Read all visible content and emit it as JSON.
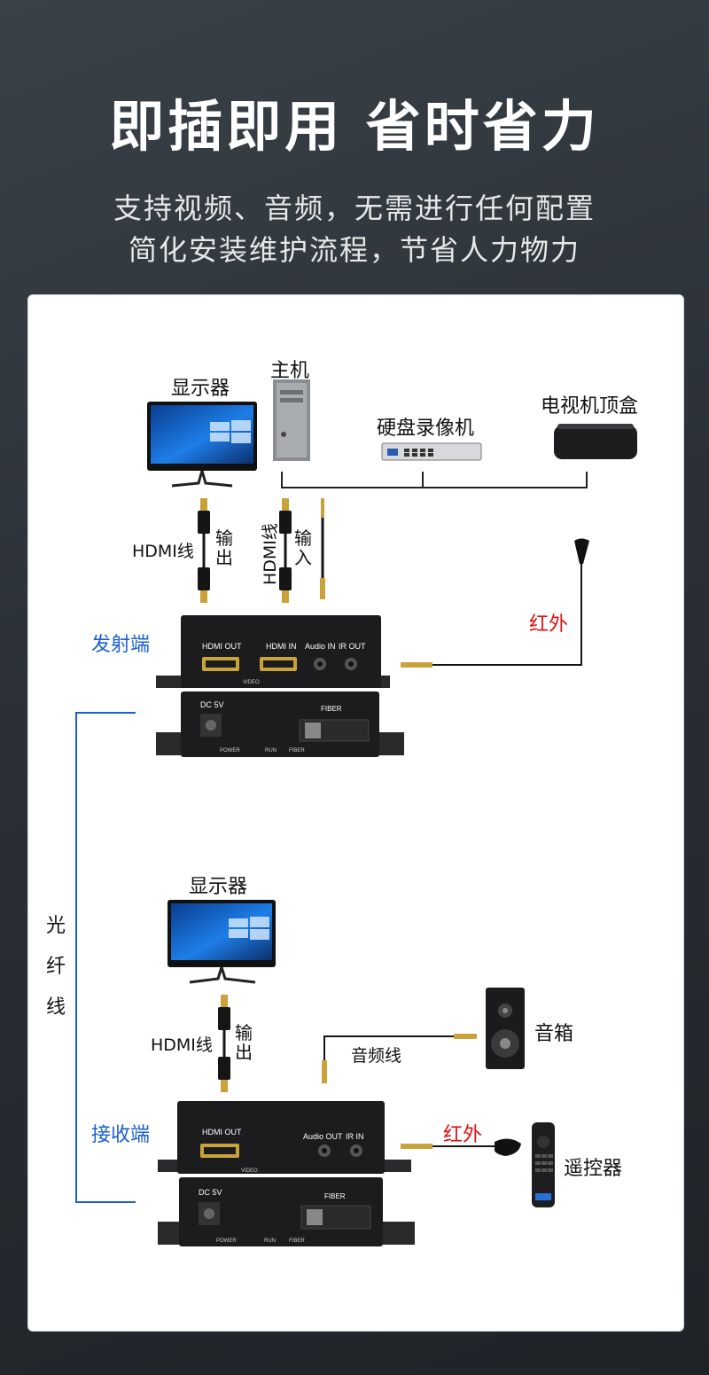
{
  "header": {
    "title": "即插即用 省时省力",
    "subtitle_line1": "支持视频、音频，无需进行任何配置",
    "subtitle_line2": "简化安装维护流程，节省人力物力"
  },
  "transmitter": {
    "side_label": "发射端",
    "monitor_label": "显示器",
    "host_label": "主机",
    "dvr_label": "硬盘录像机",
    "stb_label": "电视机顶盒",
    "hdmi_cable_label": "HDMI线",
    "output_label": "输出",
    "hdmi_cable_label2": "HDMI线",
    "input_label": "输入",
    "ir_label": "红外",
    "ports": {
      "hdmi_out": "HDMI OUT",
      "hdmi_in": "HDMI IN",
      "audio_in": "Audio IN",
      "ir_out": "IR OUT",
      "video": "VIDEO",
      "dc": "DC 5V",
      "fiber": "FIBER",
      "power": "POWER",
      "run": "RUN",
      "fiber_led": "FIBER"
    }
  },
  "fiber_label": "光纤线",
  "receiver": {
    "side_label": "接收端",
    "monitor_label": "显示器",
    "hdmi_cable_label": "HDMI线",
    "output_label": "输出",
    "audio_cable_label": "音频线",
    "speaker_label": "音箱",
    "ir_label": "红外",
    "remote_label": "遥控器",
    "ports": {
      "hdmi_out": "HDMI OUT",
      "audio_out": "Audio OUT",
      "ir_in": "IR IN",
      "video": "VIDEO",
      "dc": "DC 5V",
      "fiber": "FIBER",
      "power": "POWER",
      "run": "RUN",
      "fiber_led": "FIBER"
    }
  },
  "colors": {
    "accent_blue": "#1a5fd0",
    "accent_red": "#e01010",
    "device": "#1c1c1e"
  }
}
